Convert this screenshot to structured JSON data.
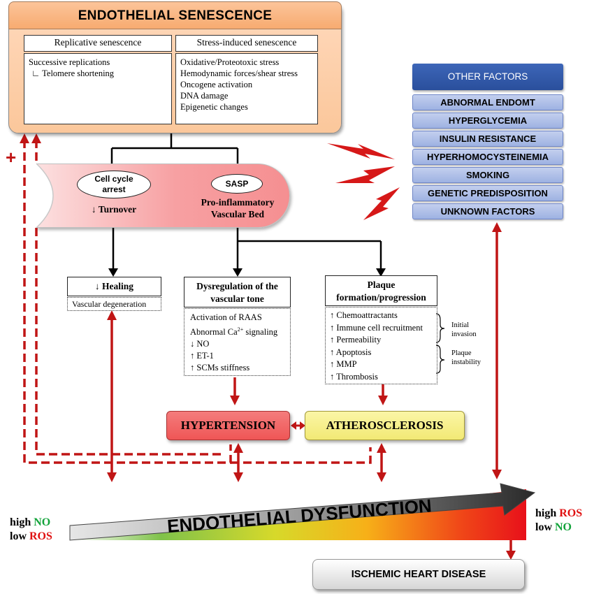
{
  "senescence": {
    "title": "ENDOTHELIAL SENESCENCE",
    "replicative": {
      "heading": "Replicative senescence",
      "items": [
        "Successive replications",
        "∟ Telomere shortening"
      ]
    },
    "stress": {
      "heading": "Stress-induced senescence",
      "items": [
        "Oxidative/Proteotoxic stress",
        "Hemodynamic forces/shear stress",
        "Oncogene activation",
        "DNA damage",
        "Epigenetic changes"
      ]
    }
  },
  "plus_sign": "+",
  "cell_cycle": {
    "oval1_line1": "Cell cycle",
    "oval1_line2": "arrest",
    "turnover": "↓ Turnover",
    "oval2": "SASP",
    "proinflammatory_line1": "Pro-inflammatory",
    "proinflammatory_line2": "Vascular Bed"
  },
  "healing": {
    "title": "↓ Healing",
    "detail": "Vascular degeneration"
  },
  "dysregulation": {
    "title_line1": "Dysregulation of the",
    "title_line2": "vascular tone",
    "items_before": [
      "Activation of RAAS"
    ],
    "ca_prefix": "Abnormal Ca",
    "ca_sup": "2+",
    "ca_suffix": " signaling",
    "items_after": [
      "↓ NO",
      "↑ ET-1",
      "↑ SCMs stiffness"
    ]
  },
  "plaque": {
    "title_line1": "Plaque",
    "title_line2": "formation/progression",
    "items": [
      "↑ Chemoattractants",
      "↑ Immune cell recruitment",
      "↑ Permeability",
      "↑ Apoptosis",
      "↑ MMP",
      "↑ Thrombosis"
    ],
    "bracket1_line1": "Initial",
    "bracket1_line2": "invasion",
    "bracket2_line1": "Plaque",
    "bracket2_line2": "instability"
  },
  "other_factors": {
    "title": "OTHER FACTORS",
    "items": [
      "ABNORMAL ENDOMT",
      "HYPERGLYCEMIA",
      "INSULIN RESISTANCE",
      "HYPERHOMOCYSTEINEMIA",
      "SMOKING",
      "GENETIC PREDISPOSITION",
      "UNKNOWN FACTORS"
    ]
  },
  "hypertension": "HYPERTENSION",
  "atherosclerosis": "ATHEROSCLEROSIS",
  "dysfunction": "ENDOTHELIAL DYSFUNCTION",
  "left_label": {
    "high": "high ",
    "high_val": "NO",
    "low": "low ",
    "low_val": "ROS"
  },
  "right_label": {
    "high": "high ",
    "high_val": "ROS",
    "low": "low ",
    "low_val": "NO"
  },
  "ischemic": "ISCHEMIC HEART DISEASE",
  "colors": {
    "arrow_red": "#c01515",
    "no_green": "#12a33a",
    "ros_red": "#e01010"
  }
}
